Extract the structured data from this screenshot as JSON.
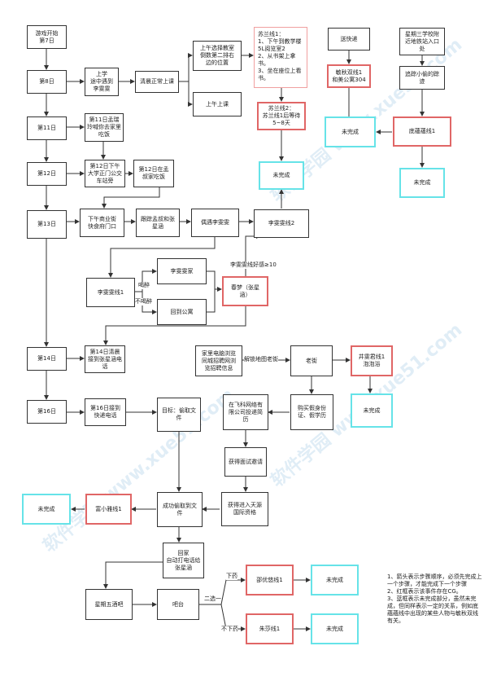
{
  "nodes": {
    "start": "游戏开始\n第7日",
    "day8": "第8日",
    "school": "上学\n途中遇到\n李雯雯",
    "morningclass": "清晨正常上课",
    "seat": "上午选择教室\n倒数第二排右\n边的位置",
    "amclass": "上午上课",
    "su1": "苏兰线1：\n1、下午到教学楼5L阅览室2\n2、从书架上拿书。\n3、坐在座位上看书。",
    "su2": "苏兰线2：\n苏兰线1后等待5~8天",
    "su_done": "未完成",
    "delivery": "送快递",
    "min1": "敏秋双线1\n和美公寓304",
    "min_done": "未完成",
    "sunday": "星期三学校附\n近地铁站入口\n处",
    "thief": "追踪小偷的踪\n迹",
    "dijiang1": "底蘊蘊线1",
    "dijiang_done": "未完成",
    "day11": "第11日",
    "day11event": "第11日孟瑞\n玲喊你去家里\n吃饭",
    "day12": "第12日",
    "day12pm": "第12日下午\n大学正门公交\n车站旁",
    "day12eve": "第12日在孟\n叔家吃饭",
    "day13": "第13日",
    "street": "下午商业街\n快食府门口",
    "follow": "跟踪孟叔和张\n星涵",
    "meetli": "偶遇李雯雯",
    "li2": "李雯雯线2",
    "li1": "李雯雯线1",
    "lihome": "李雯雯家",
    "apartment": "回到公寓",
    "dream": "春梦（张星\n涵）",
    "day14": "第14日",
    "day14event": "第14日清晨\n接到张星涵电\n话",
    "browse": "家里电脑浏览\n同城招聘网浏\n览招聘信息",
    "oldstreet": "老街",
    "jing1": "井雯君线1\n泡泡浴",
    "jing_done": "未完成",
    "day16": "第16日",
    "day16event": "第16日接到\n快递电话",
    "goal": "目标：偷取文\n件",
    "resume": "在飞科网络有\n限公司投递简\n历",
    "buyid": "购买假身份\n证、假学历",
    "interview": "获得面试邀请",
    "enter": "获得进入天源\n国际资格",
    "steal": "成功偷取到文\n件",
    "fu1": "富小雅线1",
    "fu_done": "未完成",
    "home": "回家\n自动打电话给\n张星涵",
    "bar": "星期五酒吧",
    "counter": "吧台",
    "shao1": "邵优悠线1",
    "shao_done": "未完成",
    "zhu1": "朱莎线1",
    "zhu_done": "未完成"
  },
  "labels": {
    "drunk": "喝醉",
    "notdrunk": "不喝醉",
    "affection": "李雯雯线好感≥10",
    "unlock": "解锁地图老街",
    "choose": "二选一",
    "drug": "下药",
    "nodrug": "不下药"
  },
  "notes": "1、箭头表示步骤顺序，必须先完成上一个步骤，才能完成下一个步骤\n2、红框表示该事件存在CG。\n3、蓝框表示未完成部分，虽然未完成，但同样表示一定的关系，例如底蘊蘊线中出现的某些人物与敏秋双线有关。",
  "watermark": "软件学园 www.xue51.com",
  "colors": {
    "cg_border": "#e06666",
    "unfinished_border": "#66e3e8",
    "line": "#333333"
  }
}
